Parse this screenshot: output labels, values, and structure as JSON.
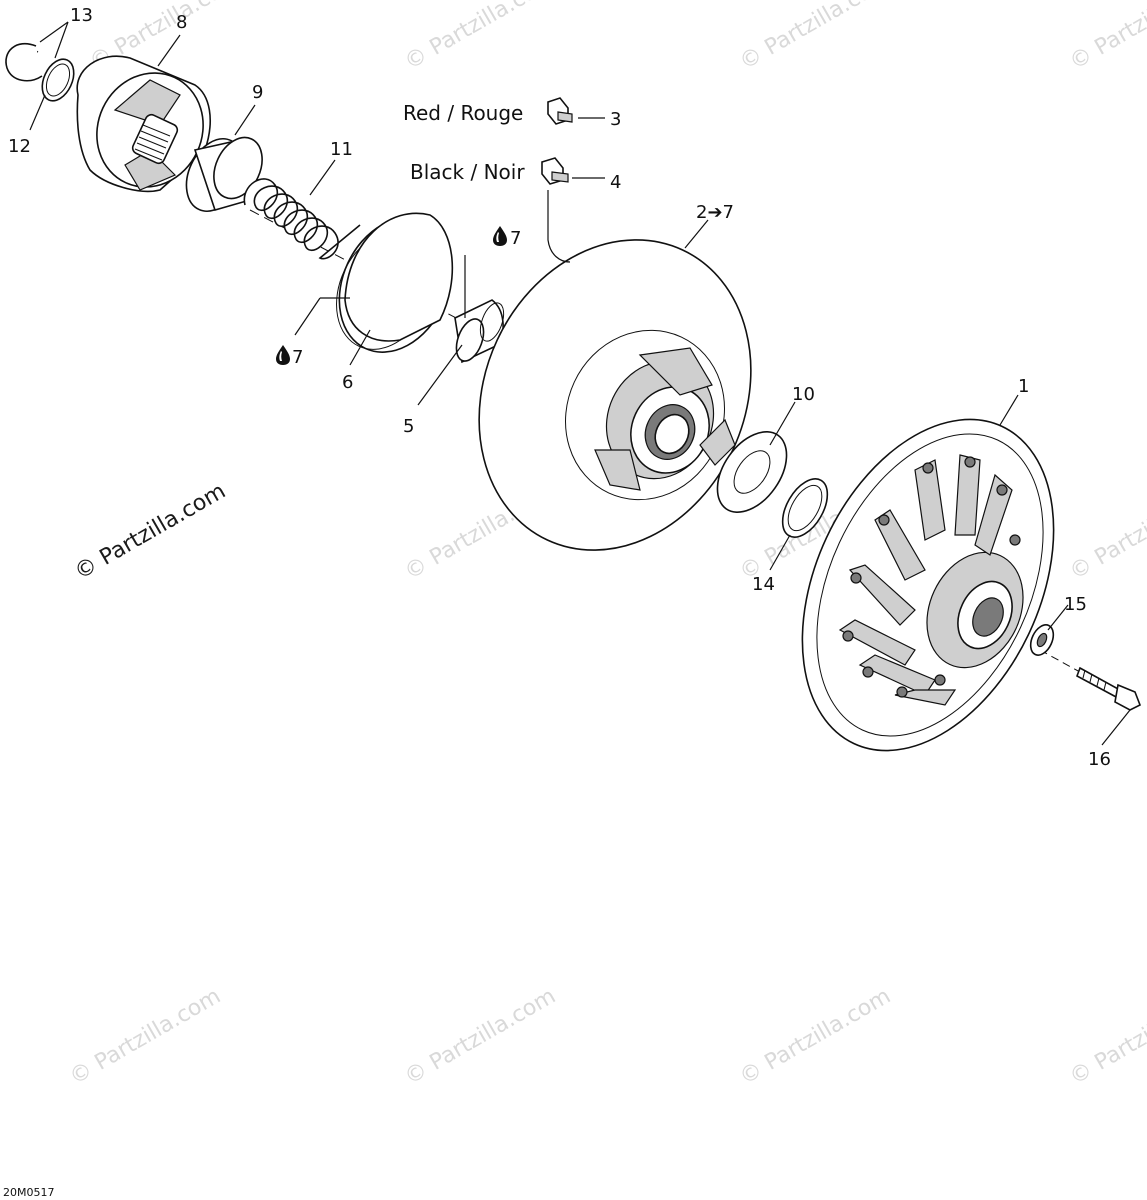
{
  "legend": {
    "red_label": "Red / Rouge",
    "black_label": "Black / Noir"
  },
  "callouts": {
    "p1": "1",
    "p2": "2➔7",
    "p3": "3",
    "p4": "4",
    "p5": "5",
    "p6": "6",
    "p7a": "7",
    "p7b": "7",
    "p8": "8",
    "p9": "9",
    "p10": "10",
    "p11": "11",
    "p12": "12",
    "p13": "13",
    "p14": "14",
    "p15": "15",
    "p16": "16"
  },
  "watermark": {
    "text": "© Partzilla.com"
  },
  "diagram_code": "20M0517"
}
